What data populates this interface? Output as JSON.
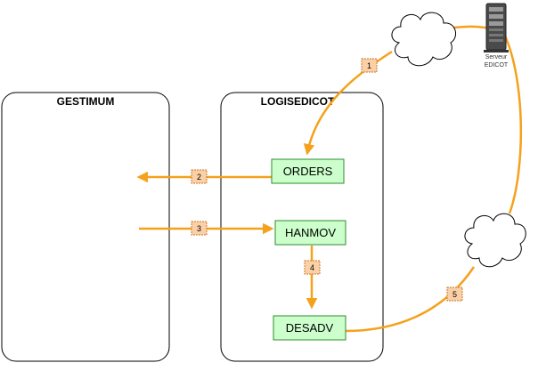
{
  "diagram": {
    "panels": {
      "gestimum": "GESTIMUM",
      "logisedicot": "LOGISEDICOT"
    },
    "processes": {
      "orders": "ORDERS",
      "hanmov": "HANMOV",
      "desadv": "DESADV"
    },
    "steps": [
      "1",
      "2",
      "3",
      "4",
      "5"
    ],
    "server": {
      "label_line1": "Serveur",
      "label_line2": "EDICOT",
      "icon": "server-tower-icon"
    },
    "cloud_icon": "cloud-icon",
    "colors": {
      "arrow": "#f5a11c",
      "process_fill": "#ccffcc",
      "process_border": "#2e8b2e",
      "step_fill": "#fbd0a6",
      "step_border": "#c77a2e",
      "panel_border": "#000000"
    }
  }
}
